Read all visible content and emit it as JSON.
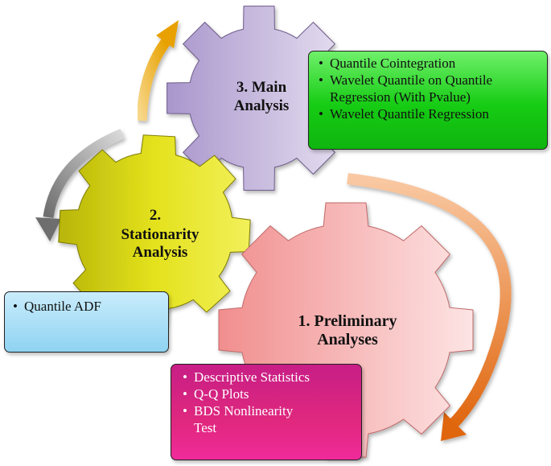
{
  "gears": {
    "main": {
      "line1": "3. Main",
      "line2": "Analysis"
    },
    "stationarity": {
      "line1": "2.",
      "line2": "Stationarity",
      "line3": "Analysis"
    },
    "preliminary": {
      "line1": "1. Preliminary",
      "line2": "Analyses"
    }
  },
  "boxes": {
    "main": [
      "Quantile Cointegration",
      "Wavelet Quantile on Quantile",
      "Regression (With Pvalue)",
      "Wavelet Quantile Regression"
    ],
    "stationarity": [
      "Quantile ADF"
    ],
    "preliminary": [
      "Descriptive Statistics",
      "Q-Q Plots",
      "BDS Nonlinearity",
      "Test"
    ]
  },
  "colors": {
    "main_gear": "#b9a8d4",
    "stationarity_gear": "#d6d312",
    "preliminary_gear": "#f6a3a3",
    "main_box": "#1ccf19",
    "stationarity_box": "#a8ddf6",
    "preliminary_box": "#d8237f",
    "arrow_top": "#f2b41e",
    "arrow_left": "#8c8c8c",
    "arrow_right": "#ea7a1e"
  }
}
